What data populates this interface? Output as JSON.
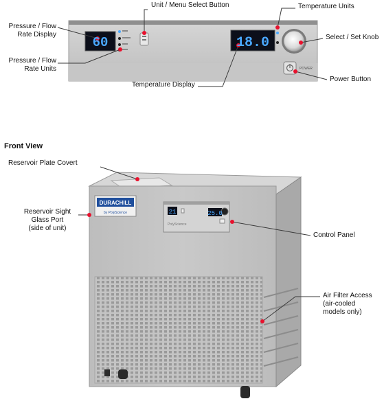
{
  "panel": {
    "flow_display": "60",
    "temp_display": "18.0",
    "power_label": "POWER"
  },
  "unit": {
    "logo_main": "DURACHILL",
    "logo_sub": "by PolyScience",
    "mini_left": "21",
    "mini_right": "25.0",
    "brand_small": "PolyScience"
  },
  "callouts": {
    "pressure_display": [
      "Pressure / Flow",
      "Rate Display"
    ],
    "pressure_units": [
      "Pressure / Flow",
      "Rate Units"
    ],
    "unit_menu": "Unit / Menu Select Button",
    "temp_units": "Temperature Units",
    "select_knob": "Select / Set Knob",
    "temp_display": "Temperature Display",
    "power_button": "Power Button",
    "reservoir_plate": "Reservoir Plate Covert",
    "reservoir_sight": [
      "Reservoir Sight",
      "Glass Port",
      "(side of unit)"
    ],
    "control_panel": "Control Panel",
    "air_filter": [
      "Air Filter Access",
      "(air-cooled",
      "models only)"
    ]
  },
  "section": {
    "front_view": "Front View"
  },
  "colors": {
    "callout_red": "#e8112d",
    "led_blue": "#4aa8ff",
    "chassis": "#c3c3c3"
  }
}
